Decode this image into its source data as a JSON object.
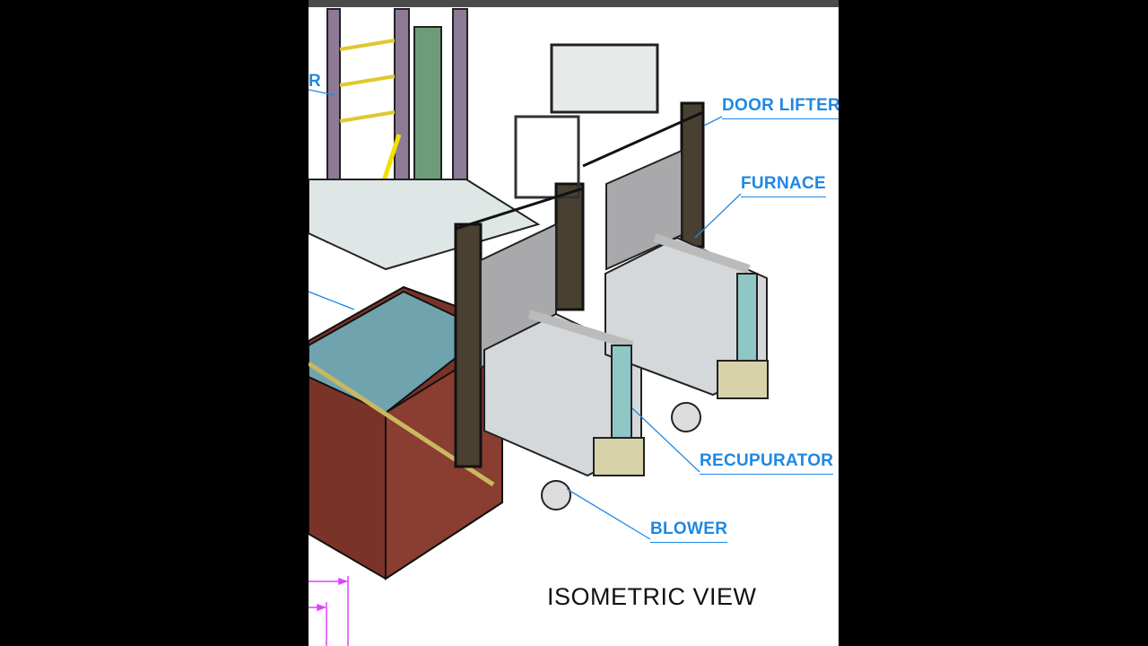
{
  "drawing": {
    "labels": {
      "partial_left": "R",
      "door_lifter": "DOOR LIFTER",
      "furnace": "FURNACE",
      "recuperator": "RECUPURATOR",
      "blower": "BLOWER"
    },
    "view_title": "ISOMETRIC VIEW"
  },
  "colors": {
    "label_blue": "#1e88e5",
    "dimension_magenta": "#e040fb",
    "brick": "#7a3328",
    "frame_purple": "#7d6a86"
  }
}
